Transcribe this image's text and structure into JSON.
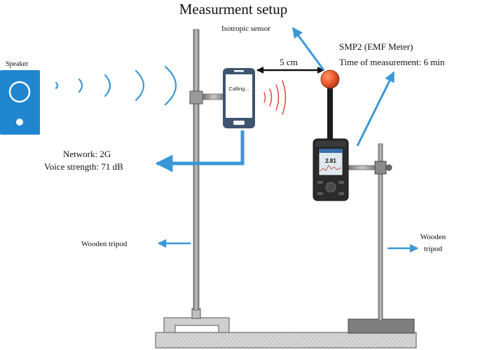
{
  "title": "Measurment setup",
  "labels": {
    "speaker": "Speaker",
    "phone_screen": "Calling...",
    "isotropic_sensor": "Isotropic sensor",
    "distance": "5 cm",
    "meter_name": "SMP2 (EMF Meter)",
    "measurement_time": "Time of measurement: 6 min",
    "network": "Network: 2G",
    "voice_strength": "Voice strength: 71 dB",
    "left_tripod": "Wooden tripod",
    "right_tripod_line1": "Wooden",
    "right_tripod_line2": "tripod"
  },
  "meter_display": {
    "reading": "2.81"
  },
  "colors": {
    "arrow_blue": "#3a98d8",
    "speaker_blue": "#1f86cf",
    "phone_body": "#3f556f",
    "signal_red": "#e03a2f",
    "sensor_orange": "#e8572a",
    "stand_gray": "#8f8f8f",
    "base_gray": "#cfcfcf"
  },
  "icons": {
    "speaker": "speaker-icon",
    "phone": "smartphone-icon",
    "meter": "emf-meter-icon"
  }
}
